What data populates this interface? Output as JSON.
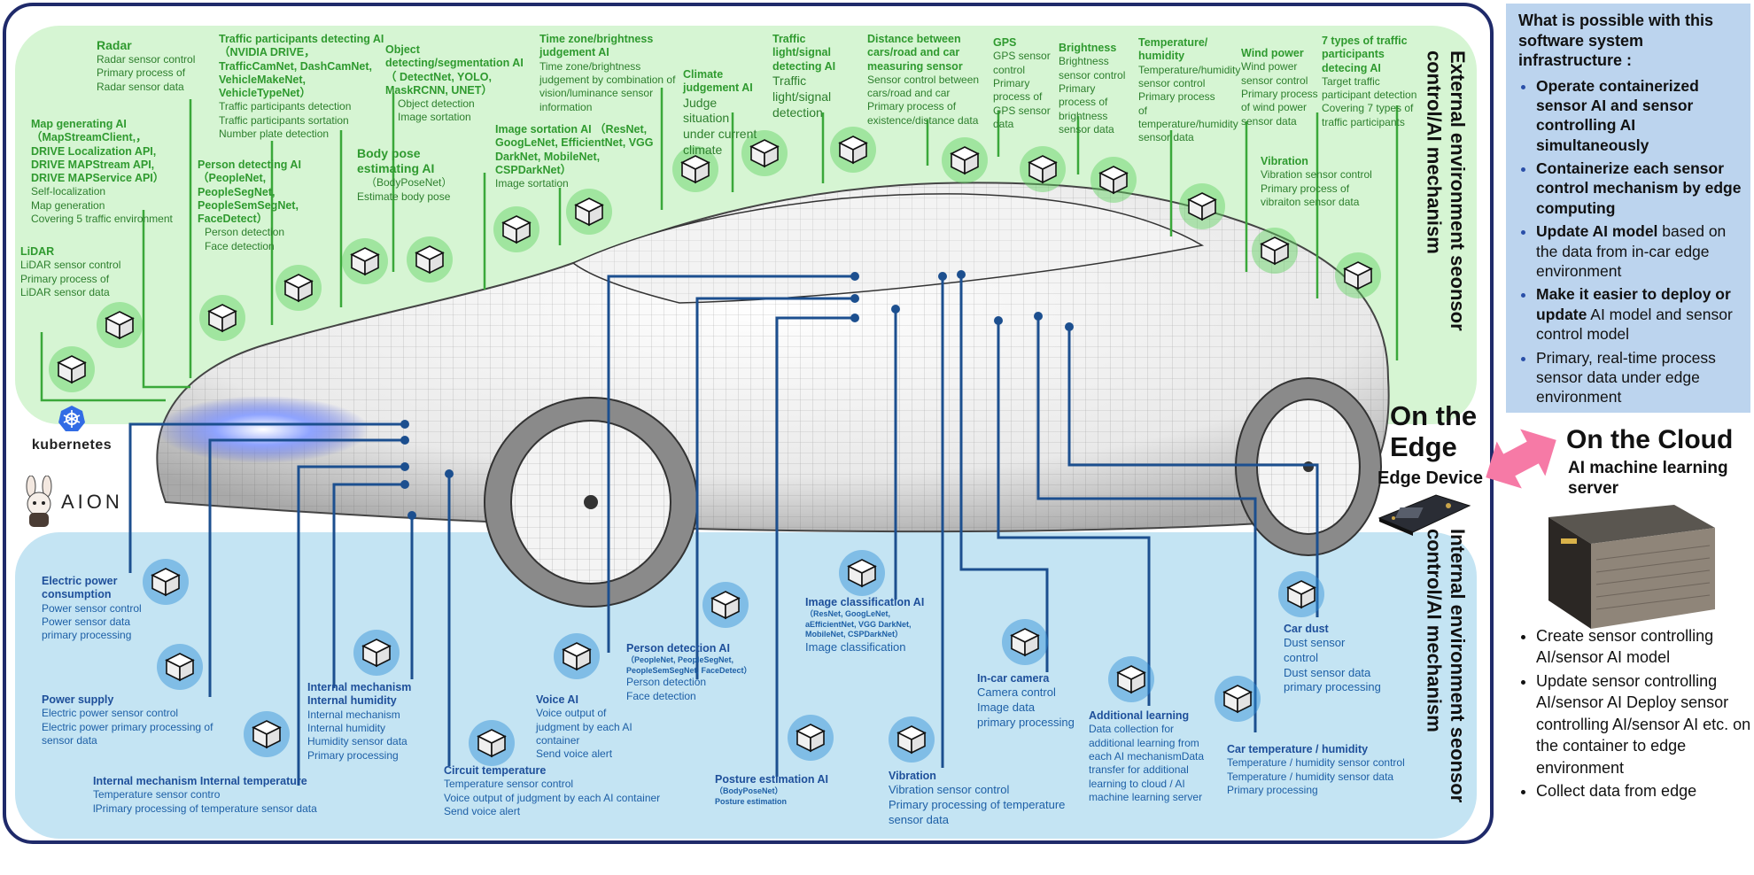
{
  "external": {
    "title": "External environment seonsor control/AI mechanism",
    "modules": [
      {
        "id": "radar",
        "title": "Radar",
        "lines": [
          "Radar sensor control",
          "Primary process of",
          "Radar sensor data"
        ]
      },
      {
        "id": "traffic-participants",
        "title": "Traffic participants detecting AI（NVIDIA DRIVE，TrafficCamNet, DashCamNet, VehicleMakeNet, VehicleTypeNet）",
        "lines": [
          "Traffic participants detection",
          "Traffic participants sortation",
          "Number plate detection"
        ]
      },
      {
        "id": "object-detection",
        "title": "Object detecting/segmentation AI（ DetectNet, YOLO, MaskRCNN, UNET）",
        "lines": [
          "Object detection",
          "Image sortation"
        ]
      },
      {
        "id": "timezone-brightness",
        "title": "Time zone/brightness judgement AI",
        "lines": [
          "Time zone/brightness judgement by combination of vision/luminance sensor information"
        ]
      },
      {
        "id": "climate",
        "title": "Climate judgement AI",
        "lines": [
          "Judge situation under current climate"
        ]
      },
      {
        "id": "traffic-light",
        "title": "Traffic light/signal detecting AI",
        "lines": [
          "Traffic light/signal detection"
        ]
      },
      {
        "id": "distance",
        "title": "Distance between cars/road and car measuring sensor",
        "lines": [
          "Sensor control between cars/road and car",
          "Primary process  of existence/distance data"
        ]
      },
      {
        "id": "gps",
        "title": "GPS",
        "lines": [
          "GPS sensor control",
          "Primary process of GPS sensor data"
        ]
      },
      {
        "id": "brightness",
        "title": "Brightness",
        "lines": [
          "Brightness sensor control",
          "Primary process of brightness sensor data"
        ]
      },
      {
        "id": "temp-humidity",
        "title": "Temperature/ humidity",
        "lines": [
          "Temperature/humidity sensor control",
          "Primary process of temperature/humidity sensor data"
        ]
      },
      {
        "id": "wind-power",
        "title": "Wind power",
        "lines": [
          "Wind power sensor control",
          "Primary process of wind power sensor data"
        ]
      },
      {
        "id": "traffic-7types",
        "title": "7 types of traffic participants detecing AI",
        "lines": [
          "Target traffic participant detection",
          "Covering 7 types of traffic participants"
        ]
      },
      {
        "id": "map",
        "title": "Map generating AI （MapStreamClient,，DRIVE Localization API, DRIVE MAPStream API, DRIVE MAPService API）",
        "lines": [
          "Self-localization",
          "Map generation",
          "Covering  5 traffic environment"
        ]
      },
      {
        "id": "person-ext",
        "title": "Person detecting AI （PeopleNet, PeopleSegNet, PeopleSemSegNet, FaceDetect）",
        "lines": [
          "Person detection",
          "Face detection"
        ]
      },
      {
        "id": "body-pose",
        "title": "Body pose estimating  AI",
        "sub": "（BodyPoseNet）",
        "lines": [
          "Estimate body pose"
        ]
      },
      {
        "id": "image-sort",
        "title": "Image sortation AI （ResNet, GoogLeNet, EfficientNet, VGG DarkNet, MobileNet,  CSPDarkNet）",
        "lines": [
          "Image sortation"
        ]
      },
      {
        "id": "vibration-ext",
        "title": "Vibration",
        "lines": [
          "Vibration sensor control",
          "Primary process of vibraiton sensor data"
        ]
      },
      {
        "id": "lidar",
        "title": "LiDAR",
        "lines": [
          "LiDAR sensor control",
          "Primary process of LiDAR sensor data"
        ]
      }
    ]
  },
  "internal": {
    "title": "Internal environment seonsor control/AI mechanism",
    "modules": [
      {
        "id": "electric-consumption",
        "title": "Electric power consumption",
        "lines": [
          "Power sensor control",
          "Power sensor data primary processing"
        ]
      },
      {
        "id": "power-supply",
        "title": "Power supply",
        "lines": [
          "Electric power  sensor control",
          "Electric power  primary processing of sensor data"
        ]
      },
      {
        "id": "internal-humidity",
        "title": "Internal mechanism Internal humidity",
        "lines": [
          "Internal mechanism",
          "Internal humidity",
          "Humidity sensor data",
          "Primary processing"
        ]
      },
      {
        "id": "internal-temperature",
        "title": "Internal mechanism Internal temperature",
        "lines": [
          "Temperature sensor contro",
          "lPrimary processing of temperature sensor data"
        ]
      },
      {
        "id": "circuit-temp",
        "title": "Circuit temperature",
        "lines": [
          "Temperature sensor control",
          "Voice output of judgment by each AI container",
          "Send voice alert"
        ]
      },
      {
        "id": "voice-ai",
        "title": "Voice AI",
        "lines": [
          "Voice output of judgment by each AI container",
          "Send voice alert"
        ]
      },
      {
        "id": "person-int",
        "title": "Person detection AI",
        "sub": "（PeopleNet,  PeopleSegNet, PeopleSemSegNet,   FaceDetect）",
        "lines": [
          "Person detection",
          "Face detection"
        ]
      },
      {
        "id": "posture",
        "title": "Posture estimation AI",
        "sub": "（BodyPoseNet）",
        "lines": [
          "Posture estimation"
        ]
      },
      {
        "id": "image-class",
        "title": "Image classification AI",
        "sub": "（ResNet,  GoogLeNet, aEfficientNet,  VGG DarkNet, MobileNet,   CSPDarkNet）",
        "lines": [
          "Image classification"
        ]
      },
      {
        "id": "vibration-int",
        "title": "Vibration",
        "lines": [
          "Vibration sensor control",
          "Primary processing of temperature sensor data"
        ]
      },
      {
        "id": "incar-camera",
        "title": "In-car camera",
        "lines": [
          "Camera control",
          "Image data primary processing"
        ]
      },
      {
        "id": "additional-learning",
        "title": "Additional  learning",
        "lines": [
          "Data collection for additional learning from each AI mechanismData transfer for additional learning to cloud / AI machine learning server"
        ]
      },
      {
        "id": "car-dust",
        "title": "Car dust",
        "lines": [
          "Dust sensor control",
          "Dust sensor data primary processing"
        ]
      },
      {
        "id": "car-temp-humidity",
        "title": "Car temperature / humidity",
        "lines": [
          "Temperature / humidity sensor control",
          "Temperature / humidity sensor data",
          "Primary processing"
        ]
      }
    ]
  },
  "logos": {
    "kubernetes": "kubernetes",
    "aion": "AION"
  },
  "edge": {
    "title": "On the Edge",
    "device": "Edge Device"
  },
  "cloud": {
    "title": "On the Cloud",
    "server": "AI machine learning server",
    "items": [
      "Create sensor controlling AI/sensor AI model",
      "Update sensor controlling AI/sensor AI Deploy sensor controlling AI/sensor AI etc. on the container to edge environment",
      "Collect data from edge"
    ]
  },
  "possible": {
    "heading": "What is possible with this software system infrastructure :",
    "items": [
      {
        "strong": "Operate containerized sensor AI and sensor controlling AI simultaneously",
        "rest": ""
      },
      {
        "strong": "Containerize each sensor control mechanism by edge computing",
        "rest": ""
      },
      {
        "strong": "Update AI model",
        "rest": " based on the data from in-car edge environment"
      },
      {
        "strong": "Make it easier to deploy or update",
        "rest": " AI model and sensor control model"
      },
      {
        "strong": "",
        "rest": "Primary, real-time process sensor data under edge environment"
      }
    ]
  },
  "colors": {
    "external_zone": "#d6f5d3",
    "internal_zone": "#c4e4f3",
    "frame": "#1f2a6a",
    "green_text": "#2f9a2f",
    "blue_text": "#1e4f9a",
    "panel": "#bcd4ee",
    "arrow": "#f67aa6"
  }
}
